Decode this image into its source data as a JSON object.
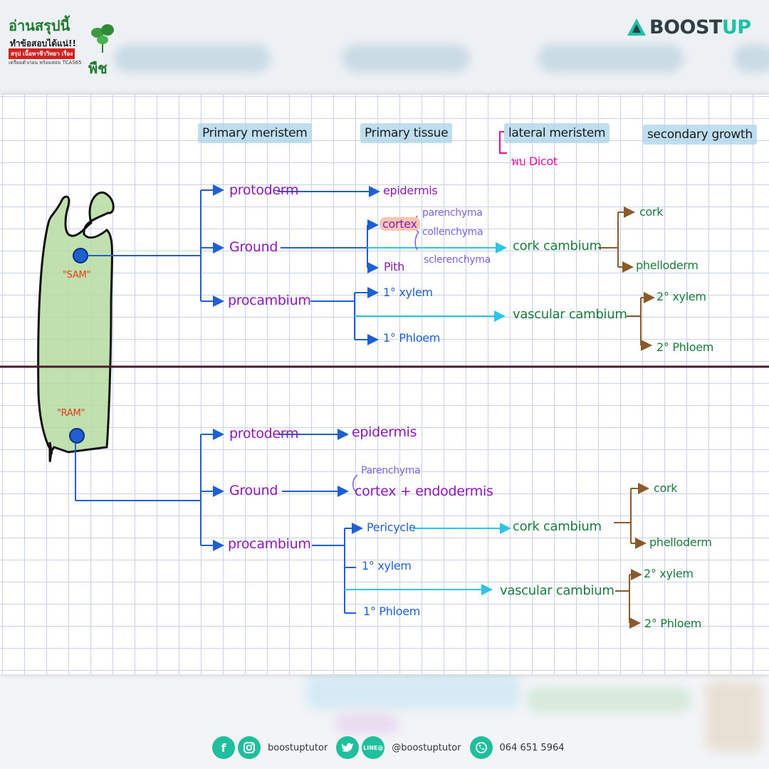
{
  "logo_left": {
    "title": "อ่านสรุปนี้",
    "line1": "ทำข้อสอบได้แน่!!",
    "line2": "สรุป เนื้อหาชีววิทยา เรื่อง",
    "line3": "เตรียมตัวก่อน พร้อมสอบ TCAS65",
    "plant": "พืช"
  },
  "logo_right": {
    "brand_a": "BOOST",
    "brand_b": "UP"
  },
  "colors": {
    "arrow_blue": "#1f5fd1",
    "arrow_cyan": "#2ec4e6",
    "arrow_brown": "#8a5a2b",
    "header_highlight": "#aad4ec",
    "plant_fill": "#b5dca0",
    "meristem_dot": "#1f5fd1",
    "divider": "#4a1a2a"
  },
  "headers": {
    "primary_meristem": "Primary meristem",
    "primary_tissue": "Primary tissue",
    "lateral_meristem": "lateral meristem",
    "lateral_note": "พบ Dicot",
    "secondary_growth": "secondary growth"
  },
  "shoot": {
    "label": "\"SAM\"",
    "protoderm": "protoderm",
    "epidermis": "epidermis",
    "ground": "Ground",
    "cortex": "cortex",
    "parenchyma": "parenchyma",
    "collenchyma": "collenchyma",
    "sclerenchyma": "sclerenchyma",
    "pith": "Pith",
    "cork_cambium": "cork cambium",
    "cork": "cork",
    "phelloderm": "phelloderm",
    "procambium": "procambium",
    "xylem1": "1° xylem",
    "phloem1": "1° Phloem",
    "vascular_cambium": "vascular cambium",
    "xylem2": "2° xylem",
    "phloem2": "2° Phloem"
  },
  "root": {
    "label": "\"RAM\"",
    "protoderm": "protoderm",
    "epidermis": "epidermis",
    "ground": "Ground",
    "parenchyma": "Parenchyma",
    "cortex_endodermis": "cortex + endodermis",
    "procambium": "procambium",
    "pericycle": "Pericycle",
    "cork_cambium": "cork cambium",
    "cork": "cork",
    "phelloderm": "phelloderm",
    "xylem1": "1° xylem",
    "phloem1": "1° Phloem",
    "vascular_cambium": "vascular cambium",
    "xylem2": "2° xylem",
    "phloem2": "2° Phloem"
  },
  "footer": {
    "facebook_icon": "facebook-icon",
    "instagram_icon": "instagram-icon",
    "handle1": "boostuptutor",
    "twitter_icon": "twitter-icon",
    "line_icon": "line-icon",
    "line_badge": "LINE@",
    "handle2": "@boostuptutor",
    "phone_icon": "phone-icon",
    "phone": "064 651 5964"
  }
}
